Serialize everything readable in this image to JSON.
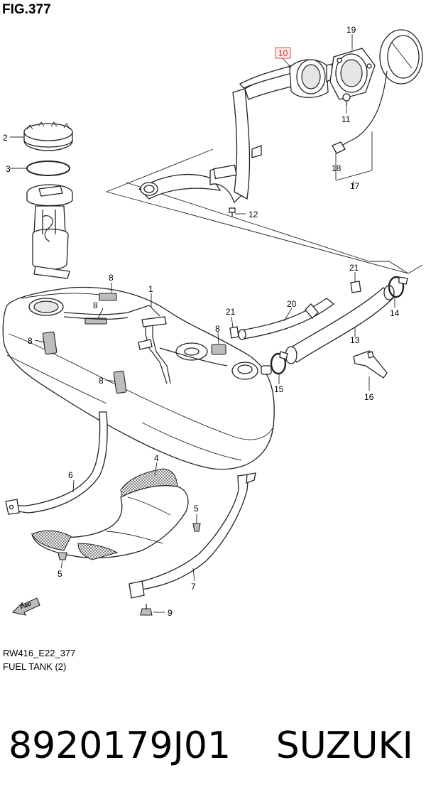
{
  "figure": {
    "title": "FIG.377",
    "code": "RW416_E22_377",
    "name": "FUEL TANK (2)"
  },
  "callouts": [
    {
      "id": "c1",
      "label": "1"
    },
    {
      "id": "c2",
      "label": "2"
    },
    {
      "id": "c3",
      "label": "3"
    },
    {
      "id": "c4",
      "label": "4"
    },
    {
      "id": "c5a",
      "label": "5"
    },
    {
      "id": "c5b",
      "label": "5"
    },
    {
      "id": "c6",
      "label": "6"
    },
    {
      "id": "c7",
      "label": "7"
    },
    {
      "id": "c8a",
      "label": "8"
    },
    {
      "id": "c8b",
      "label": "8"
    },
    {
      "id": "c8c",
      "label": "8"
    },
    {
      "id": "c8d",
      "label": "8"
    },
    {
      "id": "c8e",
      "label": "8"
    },
    {
      "id": "c9",
      "label": "9"
    },
    {
      "id": "c10",
      "label": "10",
      "highlight": "#d9534f"
    },
    {
      "id": "c11",
      "label": "11"
    },
    {
      "id": "c12",
      "label": "12"
    },
    {
      "id": "c13",
      "label": "13"
    },
    {
      "id": "c14",
      "label": "14"
    },
    {
      "id": "c15",
      "label": "15"
    },
    {
      "id": "c16",
      "label": "16"
    },
    {
      "id": "c17",
      "label": "17"
    },
    {
      "id": "c18",
      "label": "18"
    },
    {
      "id": "c19",
      "label": "19"
    },
    {
      "id": "c20",
      "label": "20"
    },
    {
      "id": "c21a",
      "label": "21"
    },
    {
      "id": "c21b",
      "label": "21"
    }
  ],
  "fwd_marker": "FWD",
  "product": {
    "part_number": "8920179J01",
    "brand": "SUZUKI"
  }
}
